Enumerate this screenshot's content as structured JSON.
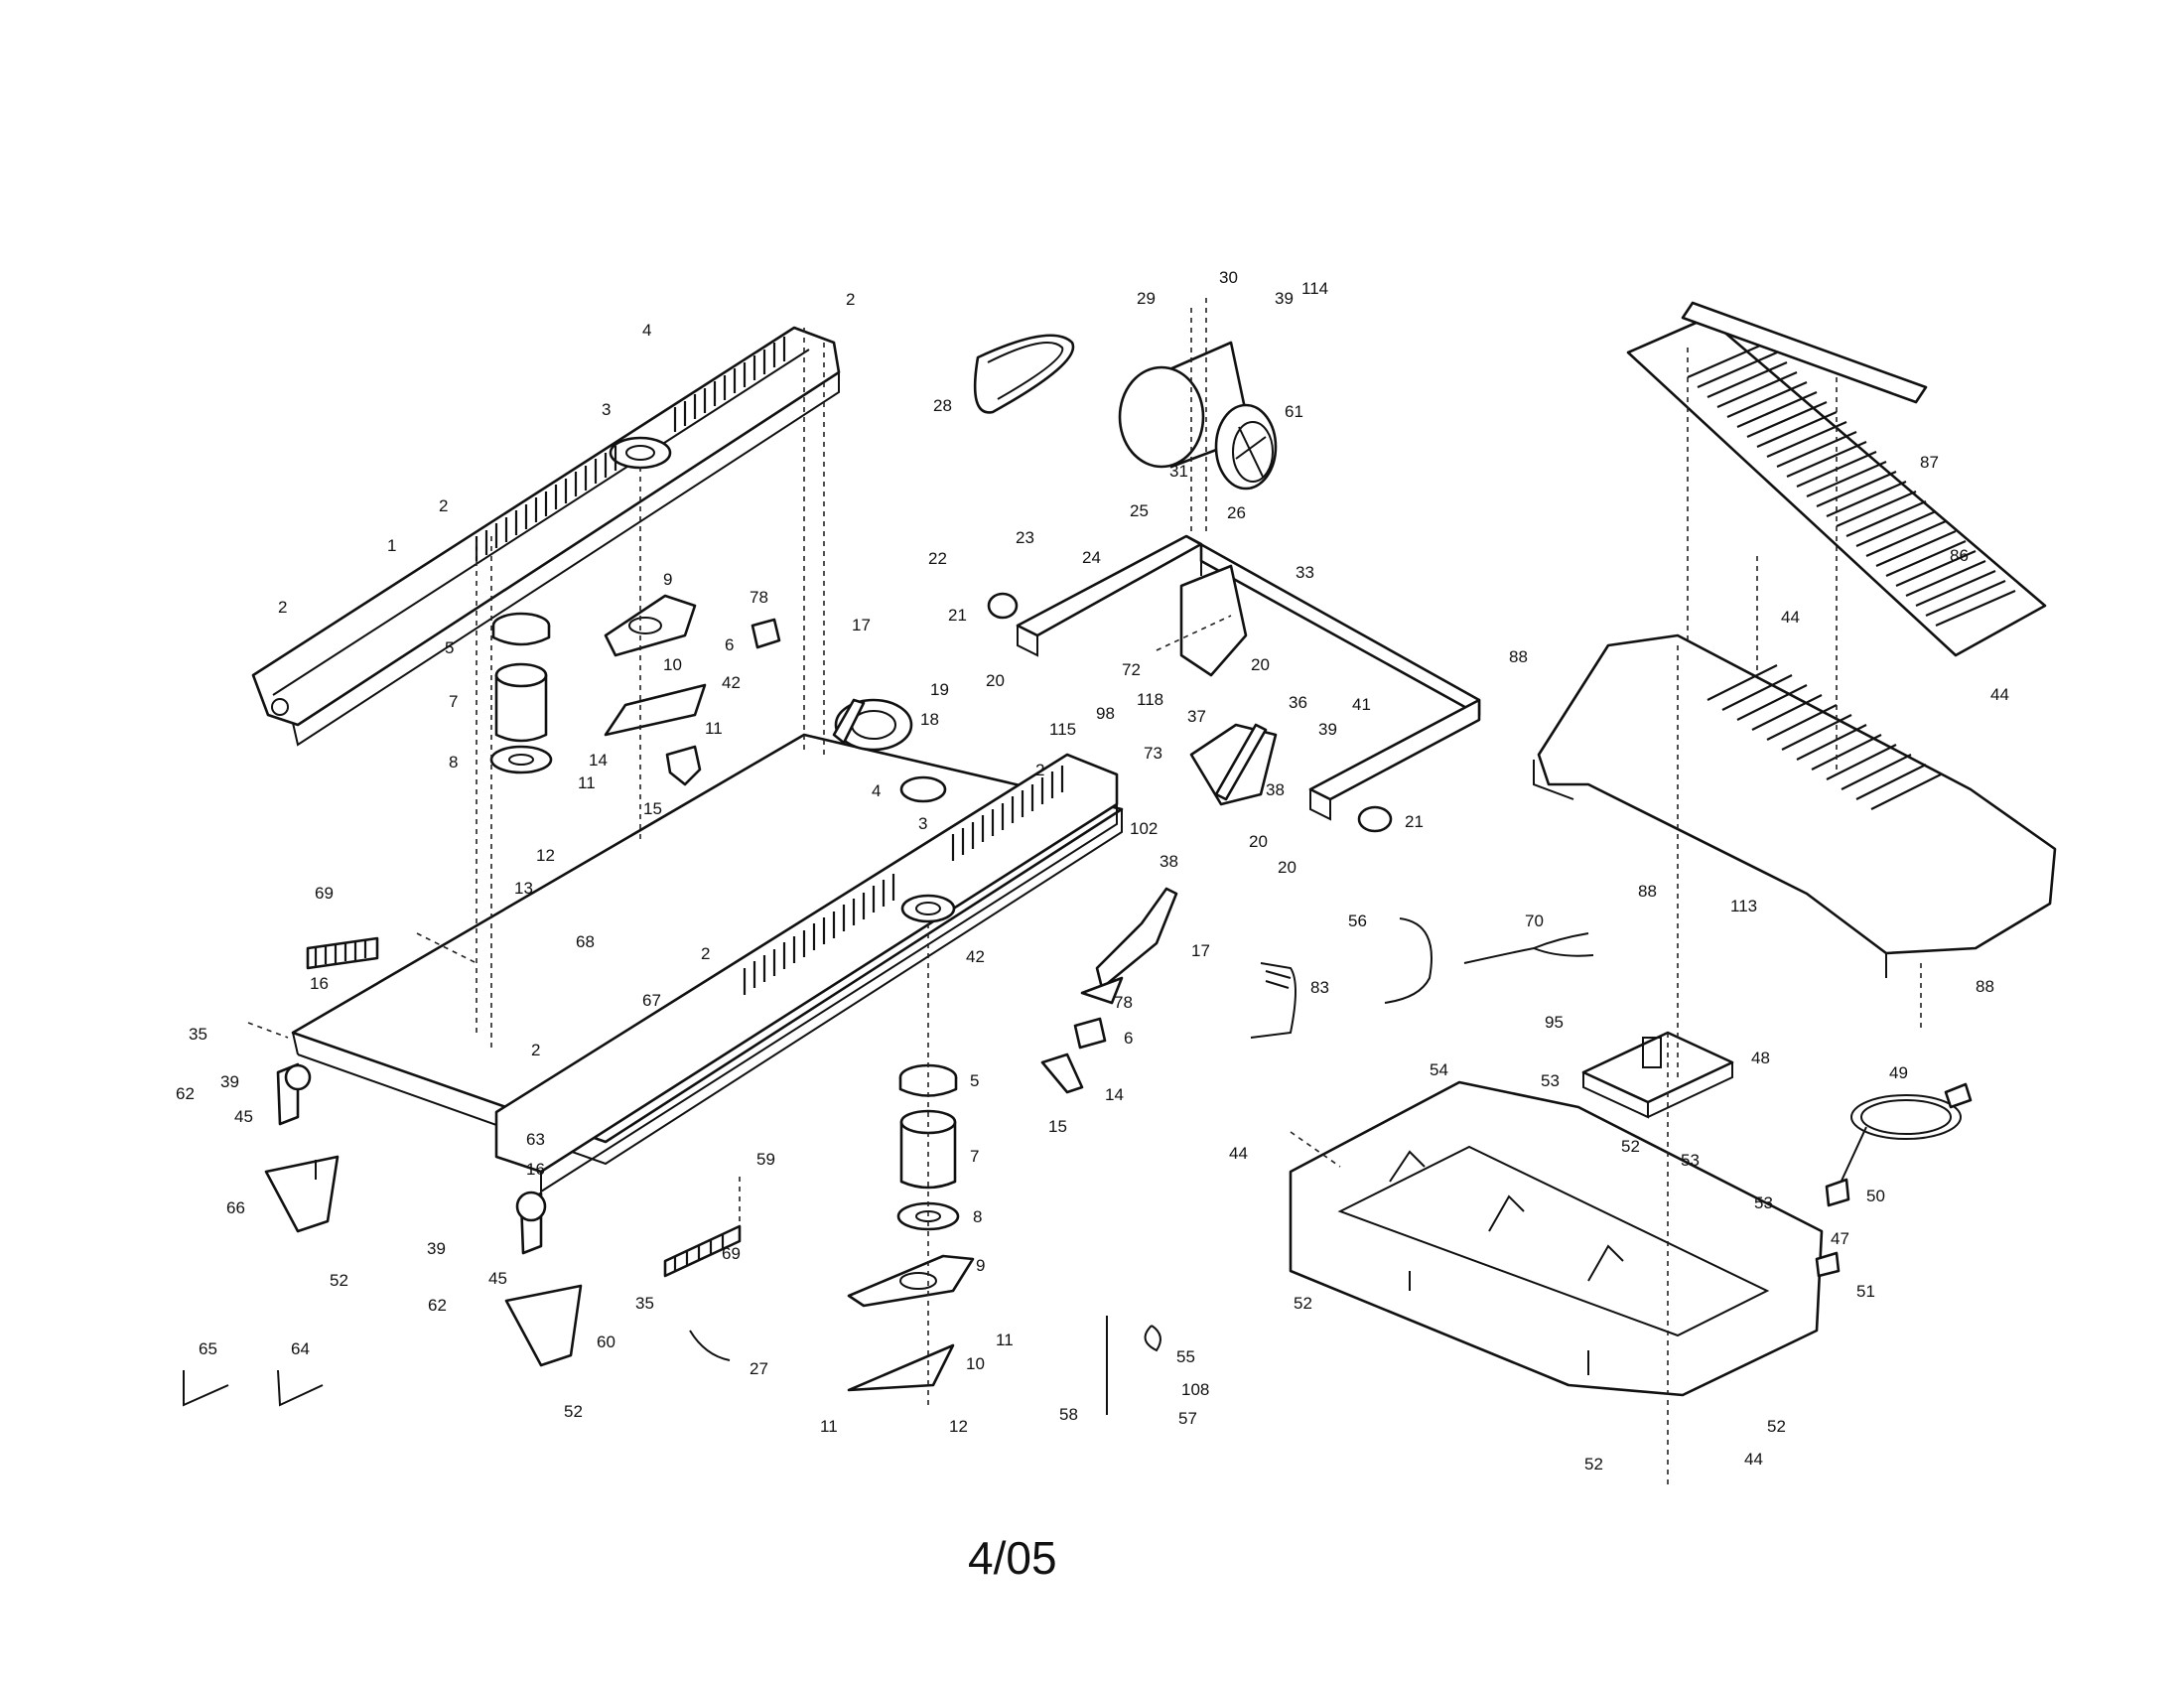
{
  "page_number": "4/05",
  "callouts": [
    "1",
    "2",
    "3",
    "4",
    "5",
    "6",
    "7",
    "8",
    "9",
    "10",
    "11",
    "12",
    "13",
    "14",
    "15",
    "16",
    "17",
    "18",
    "19",
    "20",
    "21",
    "22",
    "23",
    "24",
    "25",
    "26",
    "27",
    "28",
    "29",
    "30",
    "31",
    "33",
    "35",
    "36",
    "37",
    "38",
    "39",
    "41",
    "42",
    "44",
    "45",
    "47",
    "48",
    "49",
    "50",
    "51",
    "52",
    "53",
    "54",
    "55",
    "56",
    "57",
    "58",
    "59",
    "60",
    "61",
    "62",
    "63",
    "64",
    "65",
    "66",
    "67",
    "68",
    "69",
    "70",
    "72",
    "73",
    "78",
    "83",
    "86",
    "87",
    "88",
    "95",
    "98",
    "102",
    "108",
    "113",
    "114",
    "115",
    "118"
  ]
}
